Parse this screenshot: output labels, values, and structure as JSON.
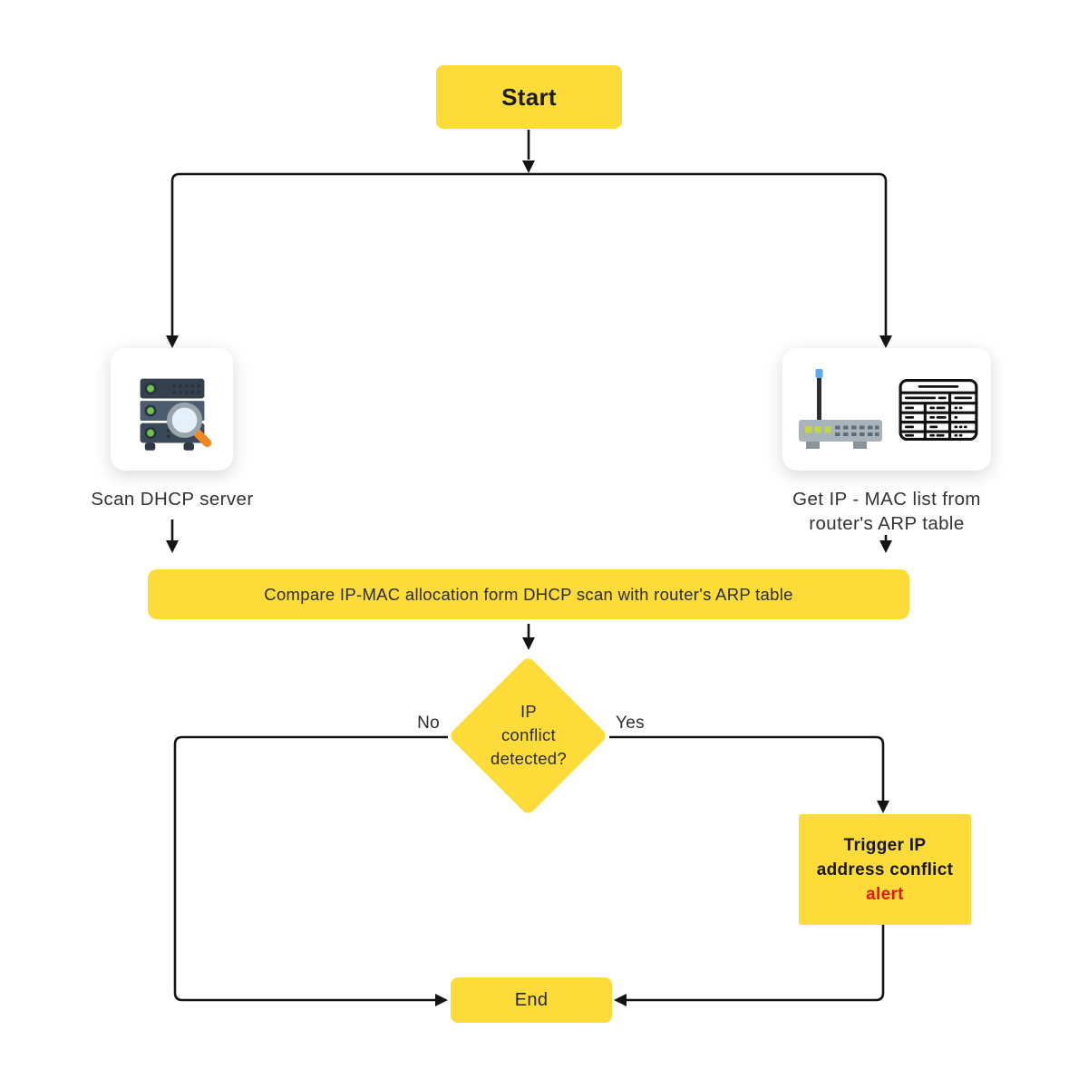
{
  "diagram": {
    "type": "flowchart",
    "topic": "IP conflict detection via DHCP scan and router ARP table comparison",
    "nodes": {
      "start": {
        "label": "Start"
      },
      "scan_dhcp": {
        "label": "Scan DHCP server",
        "icon": "server-search-icon"
      },
      "arp_list": {
        "label": "Get IP - MAC list from\nrouter's ARP table",
        "icons": [
          "router-icon",
          "arp-table-icon"
        ]
      },
      "compare": {
        "label": "Compare IP-MAC allocation form DHCP scan with router's ARP table"
      },
      "decision": {
        "label": "IP\nconflict\ndetected?"
      },
      "trigger_alert": {
        "label_main": "Trigger IP\naddress conflict",
        "label_alert": "alert"
      },
      "end": {
        "label": "End"
      }
    },
    "edge_labels": {
      "no": "No",
      "yes": "Yes"
    }
  },
  "colors": {
    "node_yellow": "#FDDC39",
    "alert_red": "#E91418",
    "line_black": "#141414"
  }
}
